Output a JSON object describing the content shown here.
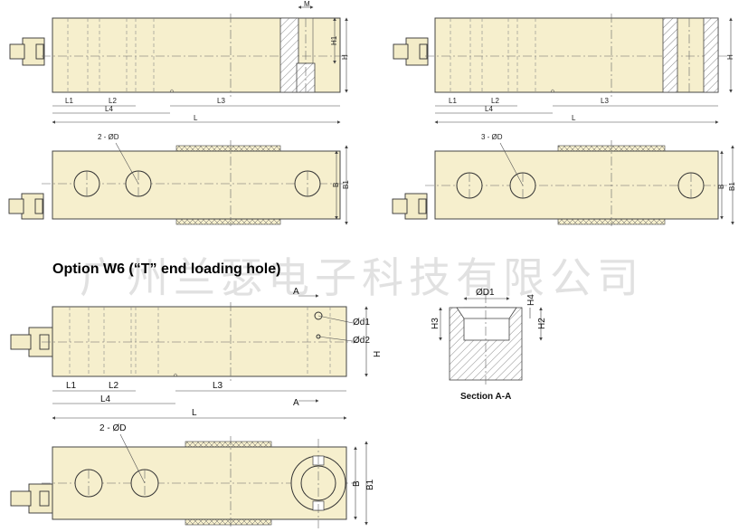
{
  "title": "Option W6 (“T” end loading hole)",
  "watermark": "广州兰瑟电子科技有限公司",
  "labels": {
    "M": "M",
    "H": "H",
    "H1": "H1",
    "L": "L",
    "L1": "L1",
    "L2": "L2",
    "L3": "L3",
    "L4": "L4",
    "B": "B",
    "B1": "B1",
    "holes_2": "2 - ØD",
    "holes_3": "3 - ØD",
    "holes_2b": "2 - ØD",
    "A": "A",
    "d1": "Ød1",
    "d2": "Ød2",
    "D1": "ØD1",
    "H2": "H2",
    "H3": "H3",
    "H4": "H4",
    "section": "Section A-A"
  }
}
